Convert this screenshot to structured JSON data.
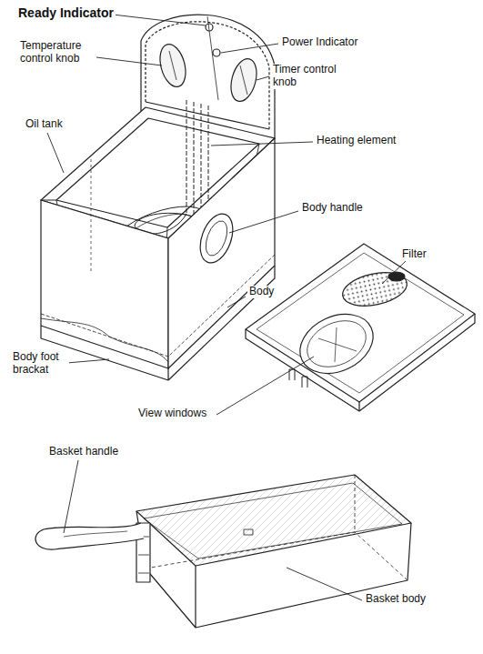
{
  "diagram": {
    "labels": [
      "Ready Indicator",
      "Temperature control knob",
      "Power Indicator",
      "Timer control knob",
      "Oil tank",
      "Heating element",
      "Body handle",
      "Body",
      "Body foot brackat",
      "Filter",
      "View windows",
      "Basket handle",
      "Basket body"
    ]
  }
}
